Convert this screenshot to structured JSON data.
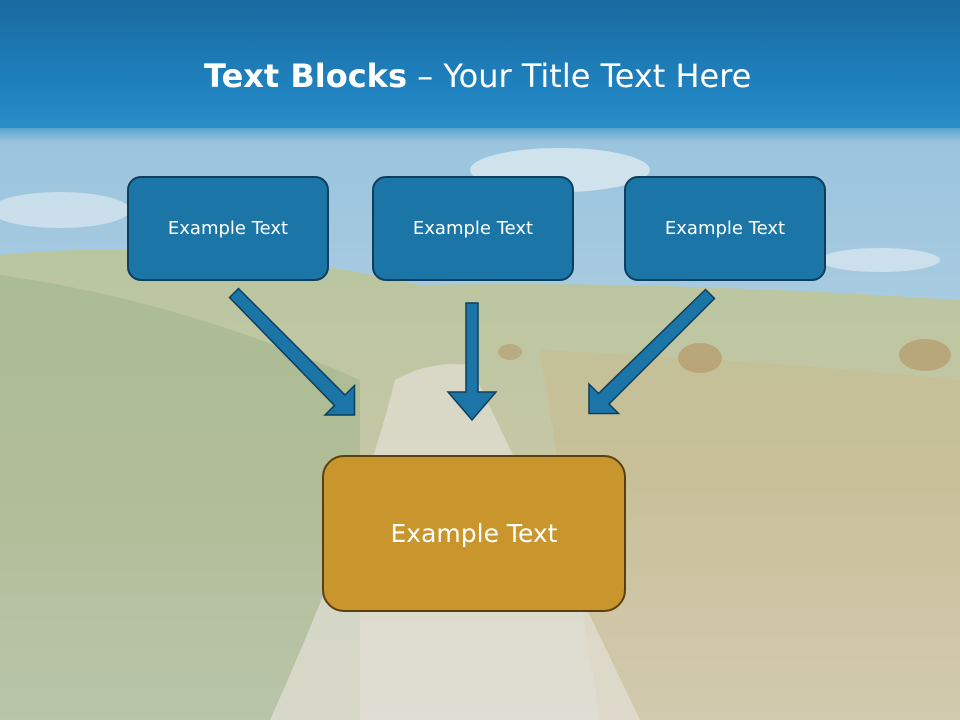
{
  "title": {
    "bold": "Text Blocks",
    "dash": " – ",
    "rest": "Your Title Text Here"
  },
  "top_boxes": [
    "Example Text",
    "Example Text",
    "Example Text"
  ],
  "bottom_box": "Example Text",
  "colors": {
    "header": "#1f82bf",
    "box_blue": "#1b75a7",
    "box_blue_border": "#0e3e5c",
    "box_gold": "#c9962e",
    "arrow": "#1b75a7"
  }
}
